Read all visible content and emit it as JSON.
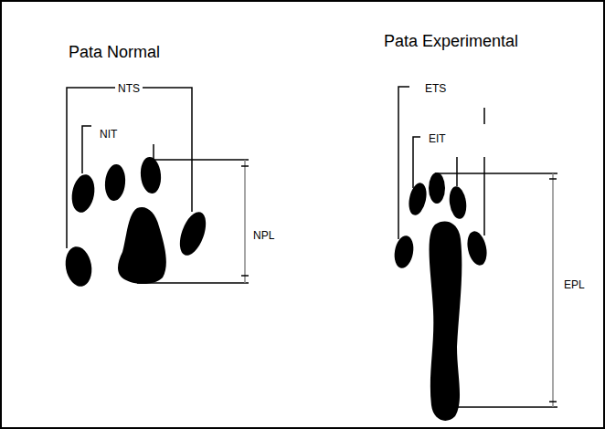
{
  "diagram": {
    "labels": [
      "Pata Normal",
      "Pata Experimental",
      "NTS",
      "NIT",
      "NPL",
      "ETS",
      "EIT",
      "EPL"
    ]
  }
}
